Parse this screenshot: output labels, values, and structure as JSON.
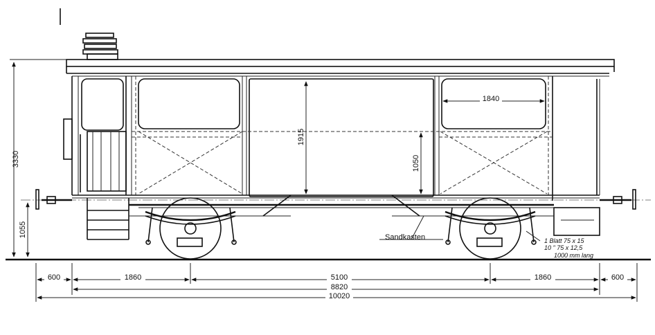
{
  "drawing": {
    "dimensions": {
      "total_height": "3330",
      "buffer_height": "1055",
      "window_height": "1915",
      "window_width": "1840",
      "lower_panel_height": "1050",
      "overhang_left": "1860",
      "overhang_right": "1860",
      "wheelbase": "5100",
      "body_length": "8820",
      "overall_length": "10020",
      "buffer_left": "600",
      "buffer_right": "600"
    },
    "annotations": {
      "sandbox": "Sandkasten",
      "spring_line1": "1 Blatt 75 x 15",
      "spring_line2": "10  \"   75 x 12,5",
      "spring_line3": "1000 mm lang"
    }
  }
}
